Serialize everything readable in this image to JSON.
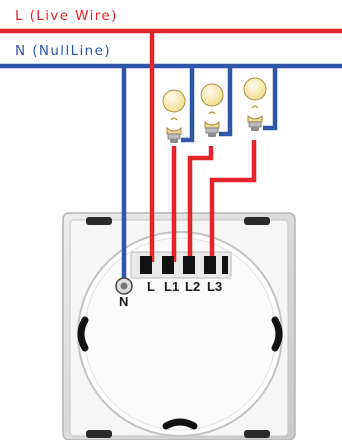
{
  "labels": {
    "live_wire": "L (Live Wire)",
    "null_line": "N (NullLine)"
  },
  "terminals": {
    "neutral": "N",
    "live": "L",
    "load1": "L1",
    "load2": "L2",
    "load3": "L3"
  },
  "colors": {
    "live": "#e3242b",
    "neutral": "#2f56a8",
    "switch_body": "#d8d8d8",
    "switch_face": "#ffffff",
    "terminal": "#111111",
    "bulb_glass": "#fdf3c8"
  },
  "bulbs": [
    {
      "name": "bulb-1",
      "icon": "light-bulb-icon"
    },
    {
      "name": "bulb-2",
      "icon": "light-bulb-icon"
    },
    {
      "name": "bulb-3",
      "icon": "light-bulb-icon"
    }
  ]
}
